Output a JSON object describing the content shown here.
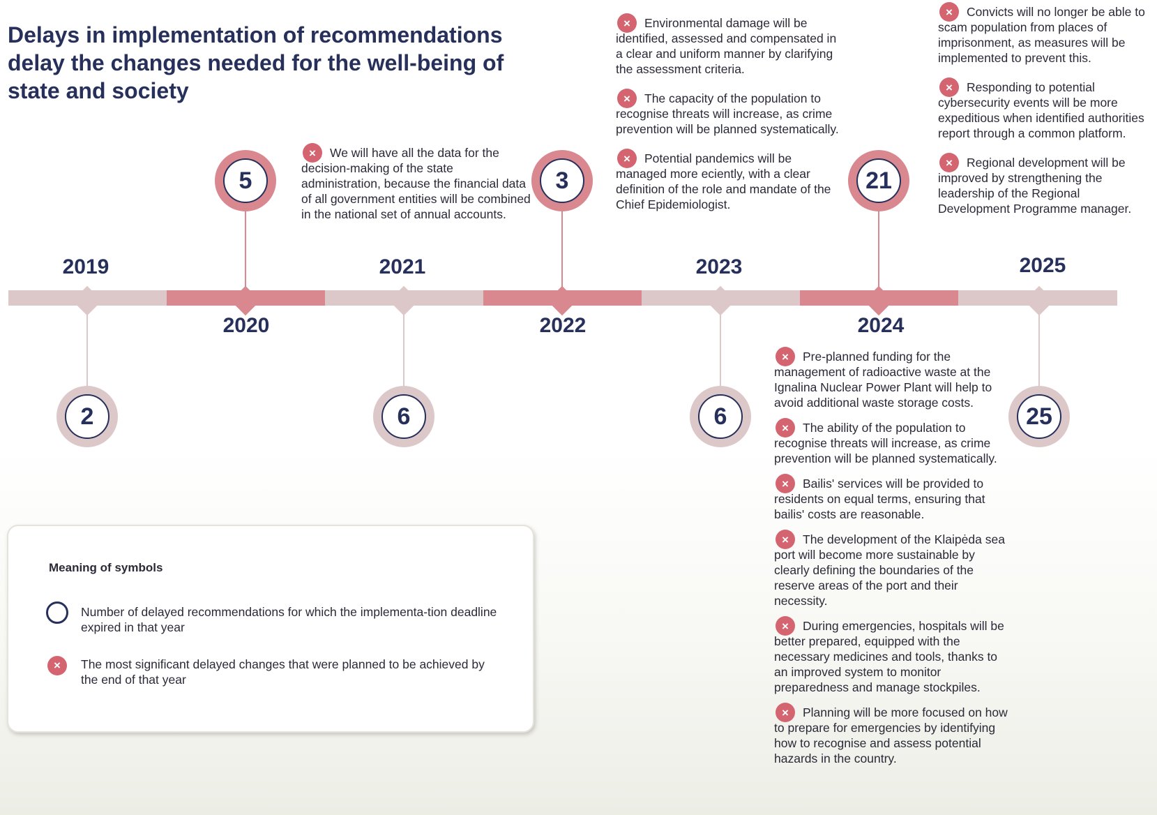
{
  "title": "Delays in implementation of recommendations delay the changes needed for the well-being of state and society",
  "colors": {
    "navy": "#26305a",
    "rose": "#d9888f",
    "light_rose": "#dcc8c9",
    "x_badge": "#d4646f"
  },
  "timeline": [
    {
      "year": "2019",
      "count": "2"
    },
    {
      "year": "2020",
      "count": "5"
    },
    {
      "year": "2021",
      "count": "6"
    },
    {
      "year": "2022",
      "count": "3"
    },
    {
      "year": "2023",
      "count": "6"
    },
    {
      "year": "2024",
      "count": "21"
    },
    {
      "year": "2025",
      "count": "25"
    }
  ],
  "changes": {
    "y2021": [
      "We will have all the data for the decision-making of the state administration, because the financial data of all government entities will be combined in the national set of annual accounts."
    ],
    "y2023": [
      "Environmental damage will be identified, assessed and compensated in a clear and uniform manner by clarifying the assessment criteria.",
      "The capacity of the population to recognise threats will increase, as crime prevention will be planned systematically.",
      "Potential pandemics will be managed more eciently, with a clear definition of the role and mandate of the Chief Epidemiologist."
    ],
    "y2025_top": [
      "Convicts will no longer be able to scam population from places of imprisonment, as measures will be implemented to prevent this.",
      "Responding to potential cybersecurity events will be more expeditious when identified authorities report through a common platform.",
      "Regional development will be improved by strengthening the leadership of the Regional Development Programme manager."
    ],
    "y2024_bottom": [
      "Pre-planned funding for the management of radioactive waste at the Ignalina Nuclear Power Plant will help to avoid additional waste storage costs.",
      "The ability of the population to recognise threats will increase, as crime prevention will be planned systematically.",
      "Bailis' services will be provided to residents on equal terms, ensuring that bailis' costs are reasonable.",
      "The development of the Klaipėda sea port will become more sustainable by clearly defining the boundaries of the reserve areas of the port and their necessity.",
      "During emergencies, hospitals will be better prepared, equipped with the necessary medicines and tools, thanks to an improved system to monitor preparedness and manage stockpiles.",
      "Planning will be more focused on how to prepare for emergencies by identifying how to recognise and assess potential hazards in the country."
    ]
  },
  "legend": {
    "title": "Meaning of symbols",
    "circle_text": "Number of delayed recommendations for which the implementa-tion deadline expired in that year",
    "x_text": "The most significant delayed changes that were planned to be achieved by the end of that year"
  },
  "icons": {
    "x_mark": "×"
  }
}
